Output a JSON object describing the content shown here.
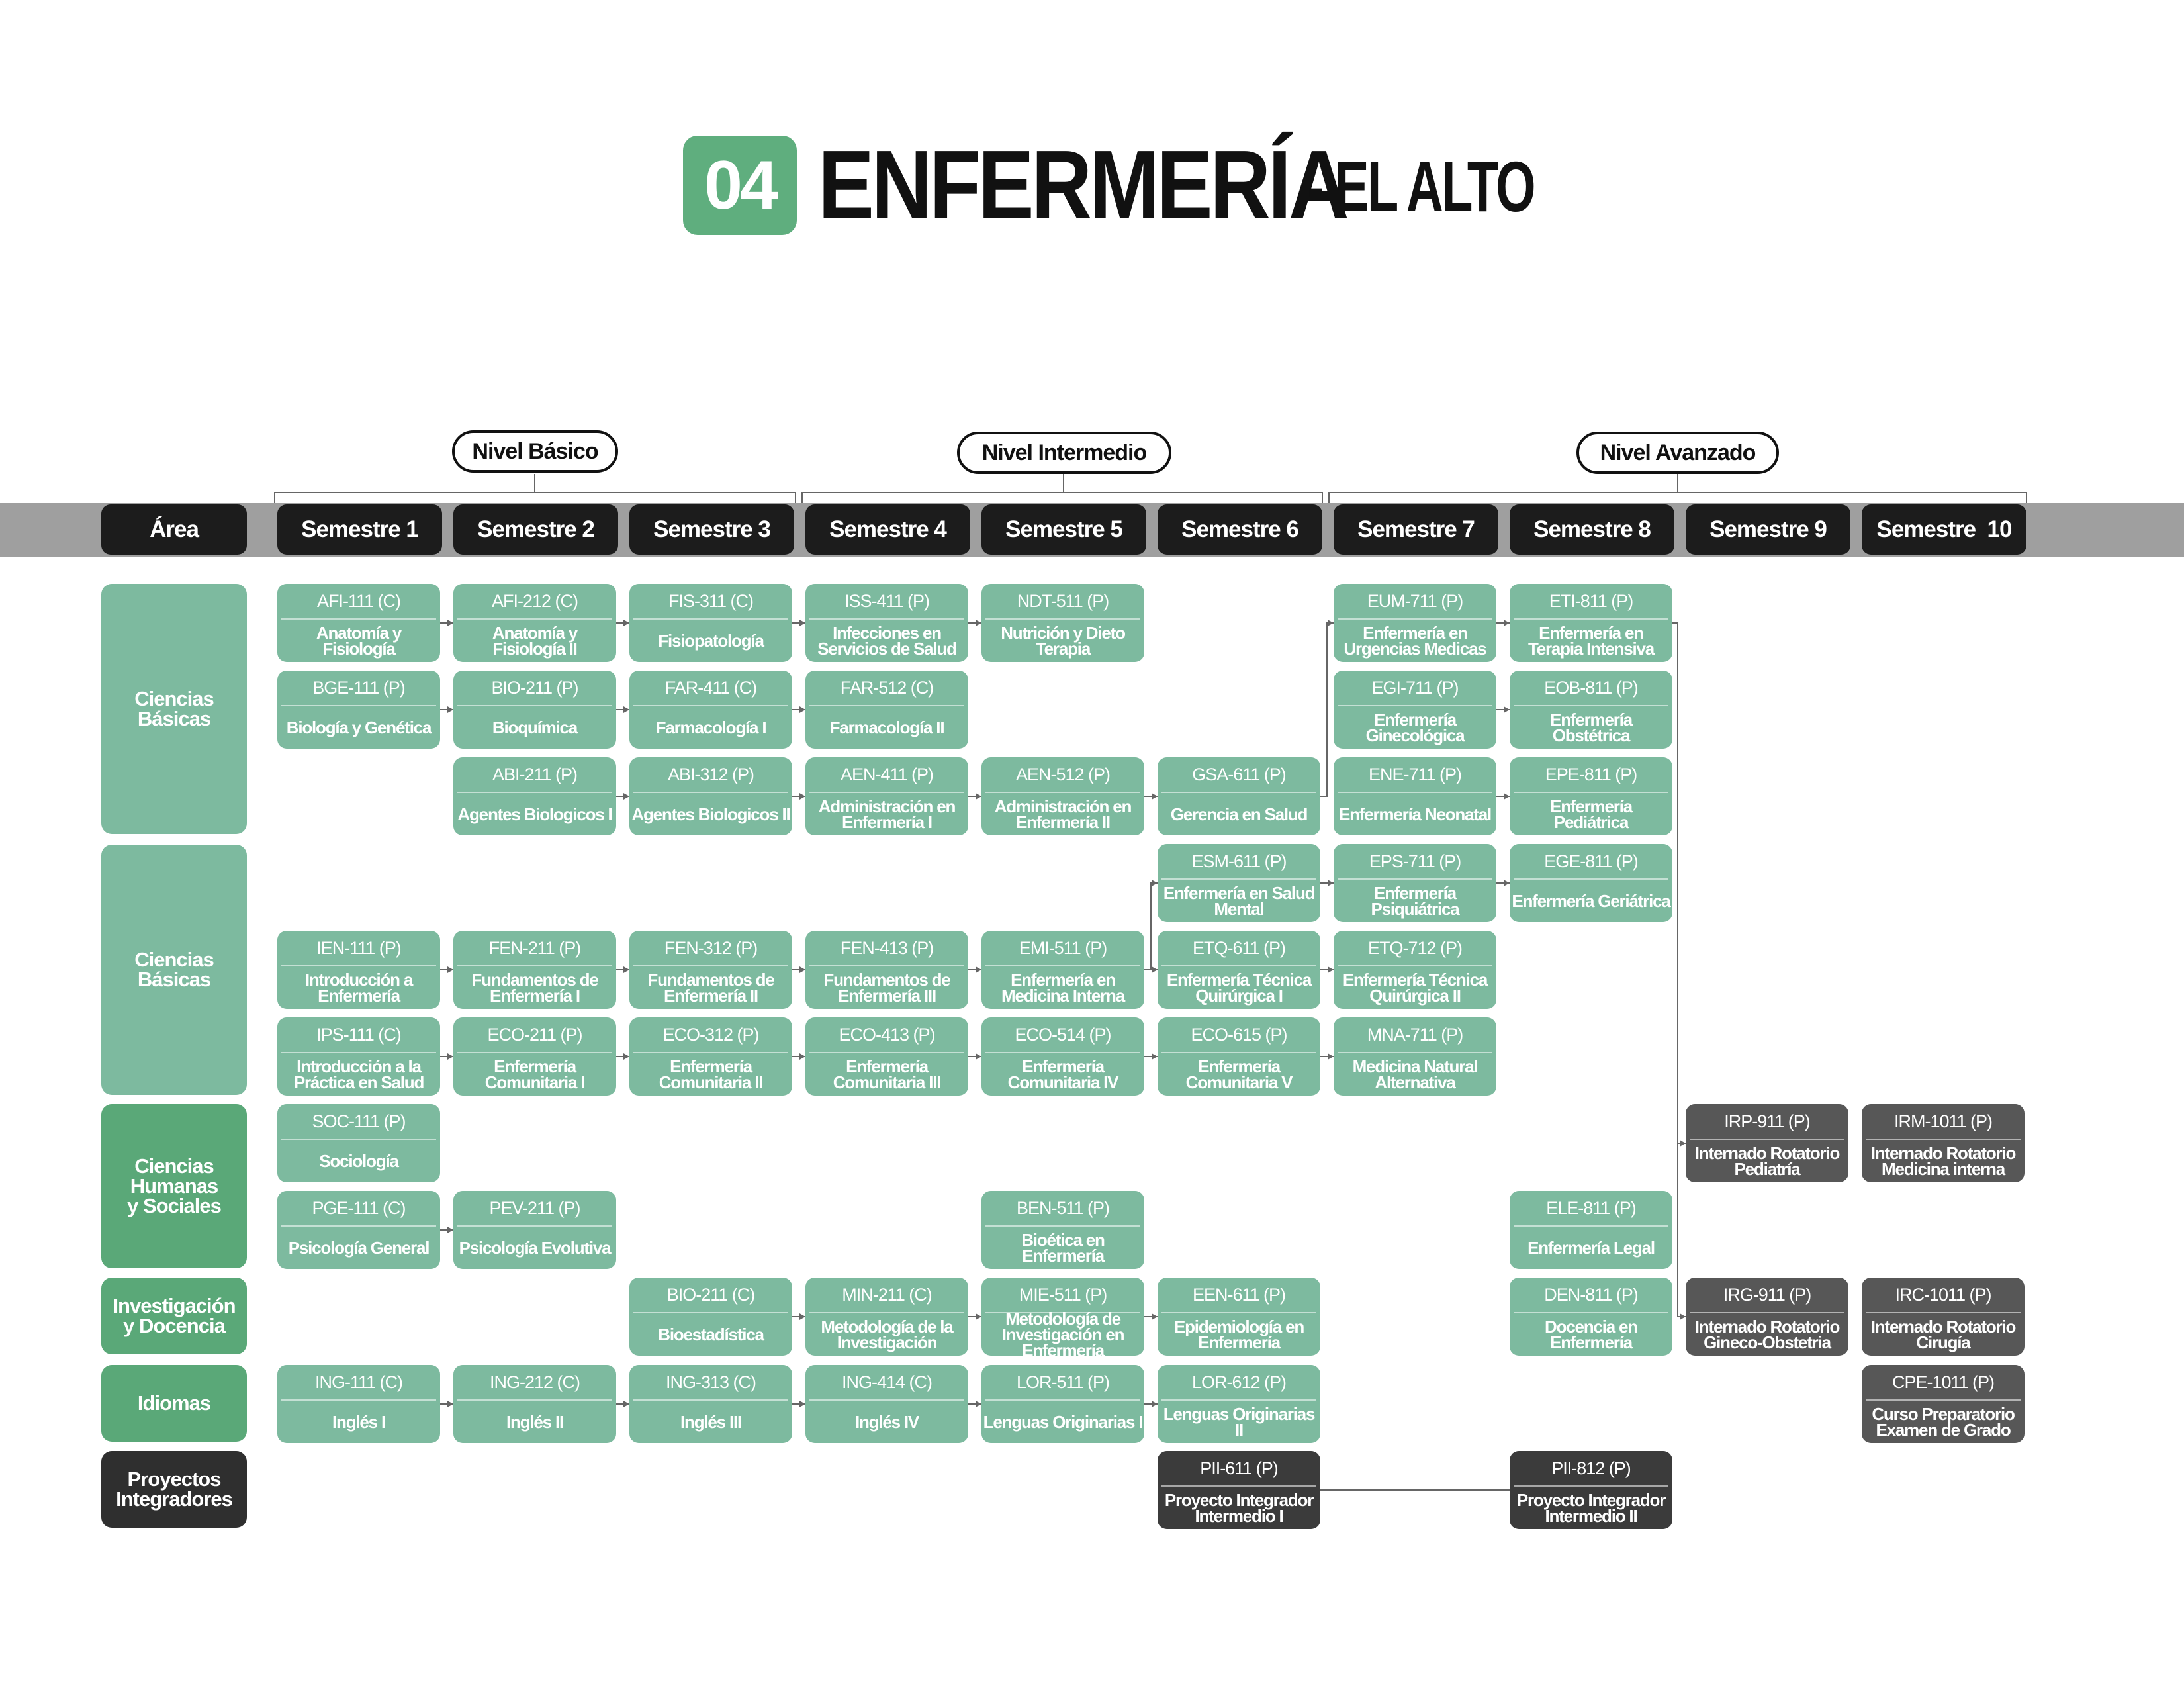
{
  "header": {
    "badge": "04",
    "title": "ENFERMERÍA",
    "subtitle": "- EL ALTO"
  },
  "levels": [
    "Nivel Básico",
    "Nivel Intermedio",
    "Nivel Avanzado"
  ],
  "area_header": "Área",
  "semesters": [
    "Semestre 1",
    "Semestre 2",
    "Semestre 3",
    "Semestre 4",
    "Semestre 5",
    "Semestre 6",
    "Semestre 7",
    "Semestre 8",
    "Semestre 9",
    "Semestre  10"
  ],
  "areas": [
    "Ciencias Básicas",
    "Ciencias Básicas",
    "Ciencias Humanas y Sociales",
    "Investigación y Docencia",
    "Idiomas",
    "Proyectos Integradores"
  ],
  "colors": {
    "green_card": "#7dba9f",
    "area_green_light": "#7dba9f",
    "area_green_dark": "#5aa878",
    "dark_card": "#3b3b3b",
    "grey_card": "#575757",
    "band": "#9f9f9f"
  },
  "courses": [
    {
      "code": "AFI-111 (C)",
      "name": "Anatomía y Fisiología"
    },
    {
      "code": "AFI-212 (C)",
      "name": "Anatomía y Fisiología II"
    },
    {
      "code": "FIS-311 (C)",
      "name": "Fisiopatología"
    },
    {
      "code": "ISS-411 (P)",
      "name": "Infecciones en Servicios de Salud"
    },
    {
      "code": "NDT-511 (P)",
      "name": "Nutrición y Dieto Terapia"
    },
    {
      "code": "EUM-711 (P)",
      "name": "Enfermería en Urgencias Medicas"
    },
    {
      "code": "ETI-811 (P)",
      "name": "Enfermería en Terapia Intensiva"
    },
    {
      "code": "BGE-111 (P)",
      "name": "Biología y Genética"
    },
    {
      "code": "BIO-211 (P)",
      "name": "Bioquímica"
    },
    {
      "code": "FAR-411 (C)",
      "name": "Farmacología I"
    },
    {
      "code": "FAR-512 (C)",
      "name": "Farmacología II"
    },
    {
      "code": "EGI-711 (P)",
      "name": "Enfermería Ginecológica"
    },
    {
      "code": "EOB-811 (P)",
      "name": "Enfermería Obstétrica"
    },
    {
      "code": "ABI-211 (P)",
      "name": "Agentes Biologicos I"
    },
    {
      "code": "ABI-312 (P)",
      "name": "Agentes Biologicos II"
    },
    {
      "code": "AEN-411 (P)",
      "name": "Administración en Enfermería I"
    },
    {
      "code": "AEN-512 (P)",
      "name": "Administración en Enfermería II"
    },
    {
      "code": "GSA-611 (P)",
      "name": "Gerencia en Salud"
    },
    {
      "code": "ENE-711 (P)",
      "name": "Enfermería Neonatal"
    },
    {
      "code": "EPE-811 (P)",
      "name": "Enfermería Pediátrica"
    },
    {
      "code": "ESM-611 (P)",
      "name": "Enfermería en Salud Mental"
    },
    {
      "code": "EPS-711 (P)",
      "name": "Enfermería Psiquiátrica"
    },
    {
      "code": "EGE-811 (P)",
      "name": "Enfermería Geriátrica"
    },
    {
      "code": "IEN-111 (P)",
      "name": "Introducción a Enfermería"
    },
    {
      "code": "FEN-211 (P)",
      "name": "Fundamentos de Enfermería I"
    },
    {
      "code": "FEN-312 (P)",
      "name": "Fundamentos de Enfermería II"
    },
    {
      "code": "FEN-413 (P)",
      "name": "Fundamentos de Enfermería III"
    },
    {
      "code": "EMI-511 (P)",
      "name": "Enfermería en Medicina Interna"
    },
    {
      "code": "ETQ-611 (P)",
      "name": "Enfermería Técnica Quirúrgica I"
    },
    {
      "code": "ETQ-712 (P)",
      "name": "Enfermería Técnica Quirúrgica II"
    },
    {
      "code": "IPS-111 (C)",
      "name": "Introducción a la Práctica en Salud"
    },
    {
      "code": "ECO-211 (P)",
      "name": "Enfermería Comunitaria I"
    },
    {
      "code": "ECO-312 (P)",
      "name": "Enfermería Comunitaria II"
    },
    {
      "code": "ECO-413 (P)",
      "name": "Enfermería Comunitaria III"
    },
    {
      "code": "ECO-514 (P)",
      "name": "Enfermería Comunitaria IV"
    },
    {
      "code": "ECO-615 (P)",
      "name": "Enfermería Comunitaria V"
    },
    {
      "code": "MNA-711 (P)",
      "name": "Medicina Natural Alternativa"
    },
    {
      "code": "SOC-111 (P)",
      "name": "Sociología"
    },
    {
      "code": "IRP-911 (P)",
      "name": "Internado Rotatorio Pediatría"
    },
    {
      "code": "IRM-1011 (P)",
      "name": "Internado Rotatorio Medicina interna"
    },
    {
      "code": "PGE-111 (C)",
      "name": "Psicología General"
    },
    {
      "code": "PEV-211 (P)",
      "name": "Psicología Evolutiva"
    },
    {
      "code": "BEN-511 (P)",
      "name": "Bioética en Enfermería"
    },
    {
      "code": "ELE-811 (P)",
      "name": "Enfermería Legal"
    },
    {
      "code": "BIO-211 (C)",
      "name": "Bioestadística"
    },
    {
      "code": "MIN-211 (C)",
      "name": "Metodología de la Investigación"
    },
    {
      "code": "MIE-511 (P)",
      "name": "Metodología de Investigación en Enfermería"
    },
    {
      "code": "EEN-611 (P)",
      "name": "Epidemiología en Enfermería"
    },
    {
      "code": "DEN-811 (P)",
      "name": "Docencia en Enfermería"
    },
    {
      "code": "IRG-911 (P)",
      "name": "Internado Rotatorio Gineco-Obstetria"
    },
    {
      "code": "IRC-1011 (P)",
      "name": "Internado Rotatorio Cirugía"
    },
    {
      "code": "ING-111 (C)",
      "name": "Inglés I"
    },
    {
      "code": "ING-212 (C)",
      "name": "Inglés II"
    },
    {
      "code": "ING-313 (C)",
      "name": "Inglés III"
    },
    {
      "code": "ING-414 (C)",
      "name": "Inglés IV"
    },
    {
      "code": "LOR-511 (P)",
      "name": "Lenguas Originarias I"
    },
    {
      "code": "LOR-612 (P)",
      "name": "Lenguas Originarias II"
    },
    {
      "code": "CPE-1011 (P)",
      "name": "Curso Preparatorio Examen de Grado"
    },
    {
      "code": "PII-611 (P)",
      "name": "Proyecto Integrador Intermedio I"
    },
    {
      "code": "PII-812 (P)",
      "name": "Proyecto Integrador Intermedio II"
    }
  ]
}
